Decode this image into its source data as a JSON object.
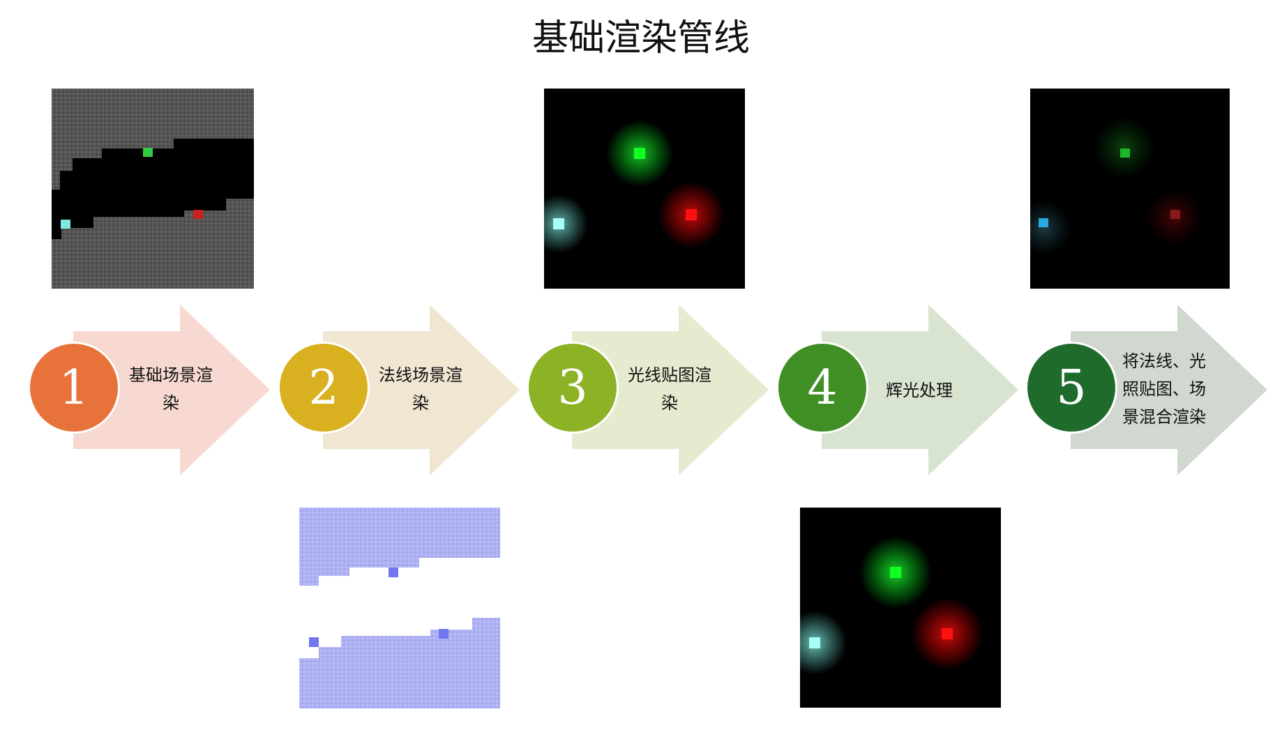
{
  "title": "基础渲染管线",
  "steps": [
    {
      "number": "1",
      "label": "基础场景渲染",
      "color": "#e8733a",
      "arrow_color": "#f7d9d1"
    },
    {
      "number": "2",
      "label": "法线场景渲染",
      "color": "#d9b020",
      "arrow_color": "#f0e6d2"
    },
    {
      "number": "3",
      "label": "光线贴图渲染",
      "color": "#8cb226",
      "arrow_color": "#e6ebd0"
    },
    {
      "number": "4",
      "label": "辉光处理",
      "color": "#3f8f24",
      "arrow_color": "#d9e4d0"
    },
    {
      "number": "5",
      "label": "将法线、光照贴图、场景混合渲染",
      "color": "#1e6b2c",
      "arrow_color": "#d0d8d0"
    }
  ]
}
